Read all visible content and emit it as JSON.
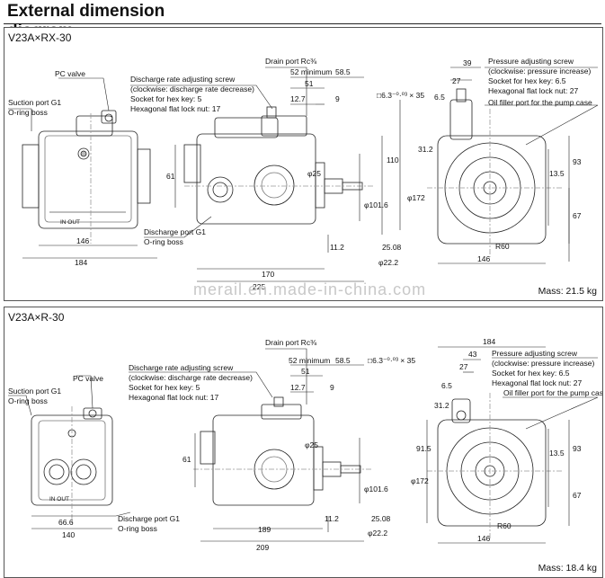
{
  "header": {
    "title": "External dimension diagram"
  },
  "watermark": "merail.en.made-in-china.com",
  "panels": [
    {
      "model": "V23A×RX-30",
      "mass": "Mass: 21.5 kg",
      "labels": {
        "pc_valve": "PC valve",
        "suction_port": "Suction port G1",
        "oring_boss": "O-ring boss",
        "discharge_screw": "Discharge rate adjusting screw",
        "discharge_screw_dir": "(clockwise: discharge rate decrease)",
        "socket_hex_key": "Socket for hex key: 5",
        "hex_nut": "Hexagonal flat lock nut: 17",
        "drain_port": "Drain port Rc⅜",
        "discharge_port": "Discharge port G1",
        "discharge_oring": "O-ring boss",
        "pressure_screw": "Pressure adjusting screw",
        "pressure_screw_dir": "(clockwise: pressure increase)",
        "pressure_socket": "Socket for hex key: 6.5",
        "pressure_nut": "Hexagonal flat lock nut: 27",
        "oil_filler": "Oil filler port for the pump case",
        "in_out": "IN  OUT"
      },
      "dims": {
        "d52": "52 minimum",
        "d58_5": "58.5",
        "d51": "51",
        "d12_7": "12.7",
        "d9": "9",
        "d6_3": "□6.3⁻⁰·⁰³ × 35",
        "d61": "61",
        "d25": "φ25",
        "d101_6": "φ101.6",
        "d110": "110",
        "d11_2": "11.2",
        "d25_08": "25.08",
        "d22_2": "φ22.2",
        "d146_left": "146",
        "d184": "184",
        "d170": "170",
        "d225": "225",
        "d39": "39",
        "d27": "27",
        "d6_5": "6.5",
        "d31_2": "31.2",
        "d13_5": "13.5",
        "d93": "93",
        "d67": "67",
        "d172": "φ172",
        "r60": "R60",
        "d146_right": "146"
      }
    },
    {
      "model": "V23A×R-30",
      "mass": "Mass: 18.4 kg",
      "labels": {
        "pc_valve": "PC valve",
        "suction_port": "Suction port G1",
        "oring_boss": "O-ring boss",
        "discharge_screw": "Discharge rate adjusting screw",
        "discharge_screw_dir": "(clockwise: discharge rate decrease)",
        "socket_hex_key": "Socket for hex key: 5",
        "hex_nut": "Hexagonal flat lock nut: 17",
        "drain_port": "Drain port Rc⅜",
        "discharge_port": "Discharge port G1",
        "discharge_oring": "O-ring boss",
        "pressure_screw": "Pressure adjusting screw",
        "pressure_screw_dir": "(clockwise: pressure increase)",
        "pressure_socket": "Socket for hex key: 6.5",
        "pressure_nut": "Hexagonal flat lock nut: 27",
        "oil_filler": "Oil filler port for the pump case",
        "in_out": "IN  OUT"
      },
      "dims": {
        "d52": "52 minimum",
        "d58_5": "58.5",
        "d51": "51",
        "d12_7": "12.7",
        "d9": "9",
        "d6_3": "□6.3⁻⁰·⁰³ × 35",
        "d61": "61",
        "d25": "φ25",
        "d101_6": "φ101.6",
        "d11_2": "11.2",
        "d25_08": "25.08",
        "d22_2": "φ22.2",
        "d66_6": "66.6",
        "d140": "140",
        "d189": "189",
        "d209": "209",
        "d184_top": "184",
        "d43": "43",
        "d27": "27",
        "d6_5": "6.5",
        "d31_2": "31.2",
        "d91_5": "91.5",
        "d13_5": "13.5",
        "d93": "93",
        "d67": "67",
        "d172": "φ172",
        "r60": "R60",
        "d146_right": "146"
      }
    }
  ]
}
